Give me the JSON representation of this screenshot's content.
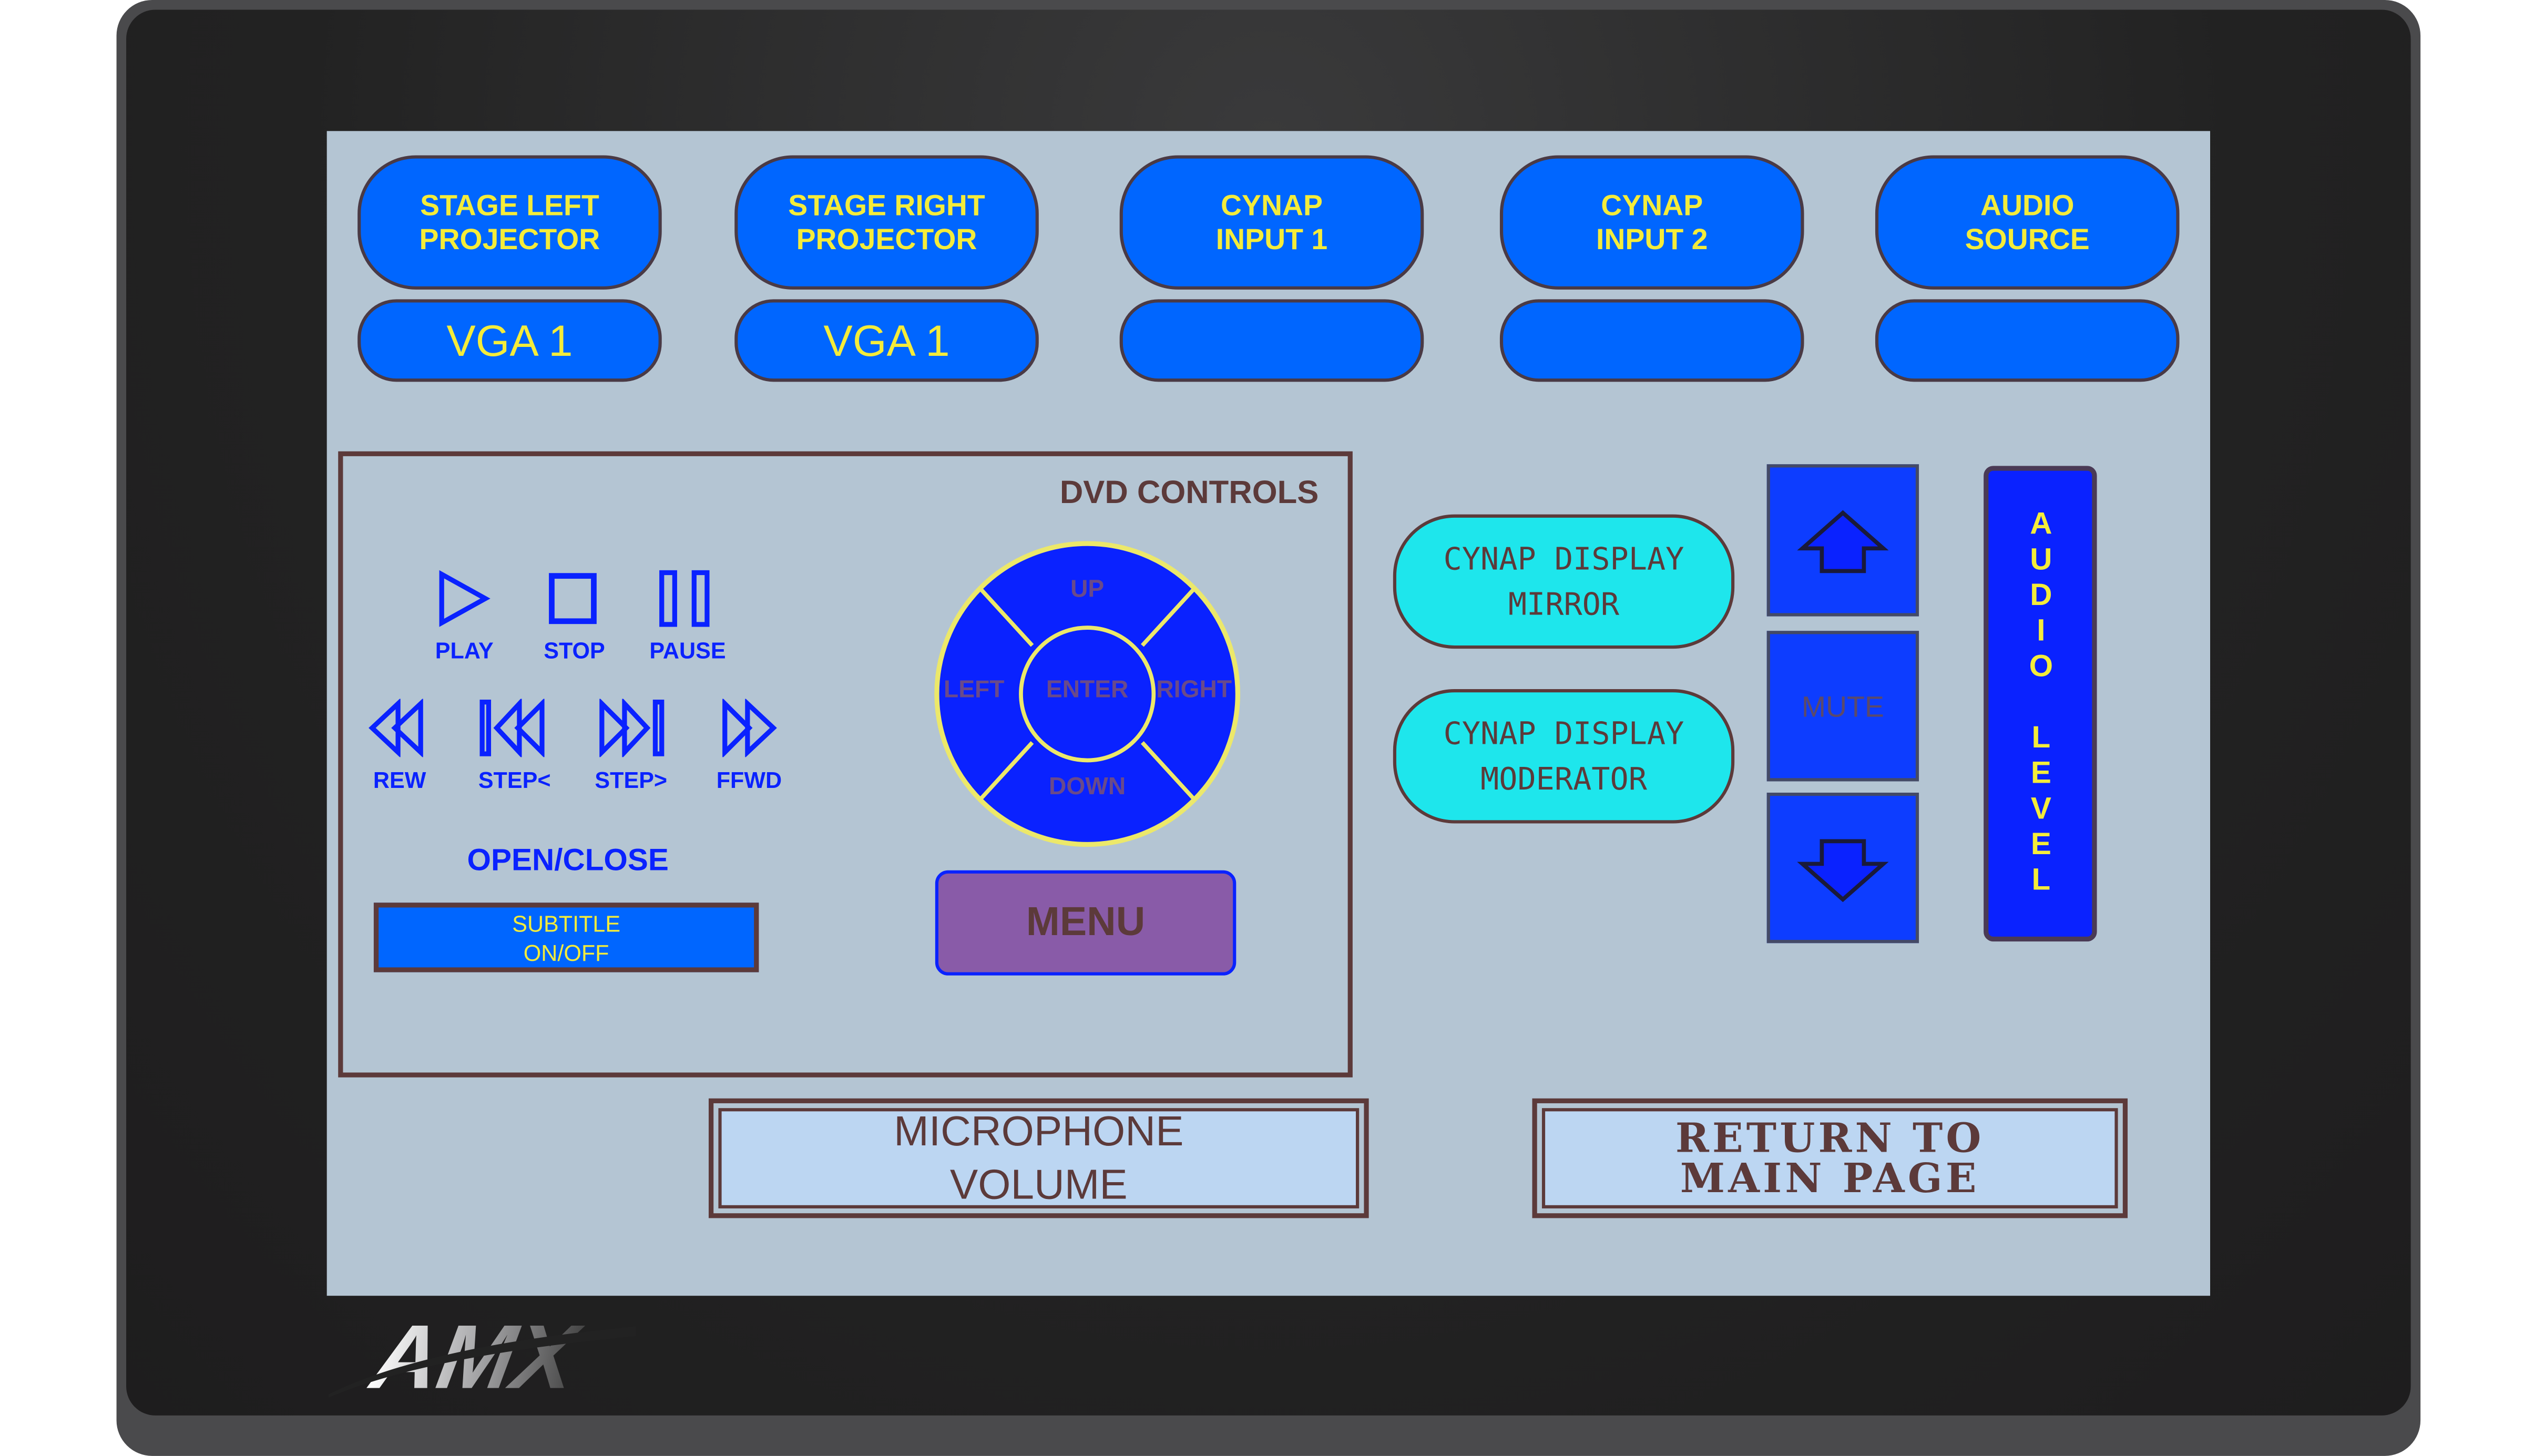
{
  "sources": [
    {
      "title_line1": "STAGE LEFT",
      "title_line2": "PROJECTOR",
      "value": "VGA 1"
    },
    {
      "title_line1": "STAGE RIGHT",
      "title_line2": "PROJECTOR",
      "value": "VGA 1"
    },
    {
      "title_line1": "CYNAP",
      "title_line2": "INPUT 1",
      "value": ""
    },
    {
      "title_line1": "CYNAP",
      "title_line2": "INPUT 2",
      "value": ""
    },
    {
      "title_line1": "AUDIO",
      "title_line2": "SOURCE",
      "value": ""
    }
  ],
  "dvd": {
    "title": "DVD CONTROLS",
    "play": "PLAY",
    "stop": "STOP",
    "pause": "PAUSE",
    "rew": "REW",
    "step_back": "STEP<",
    "step_fwd": "STEP>",
    "ffwd": "FFWD",
    "open_close": "OPEN/CLOSE",
    "subtitle_line1": "SUBTITLE",
    "subtitle_line2": "ON/OFF",
    "nav": {
      "up": "UP",
      "down": "DOWN",
      "left": "LEFT",
      "right": "RIGHT",
      "enter": "ENTER"
    },
    "menu": "MENU"
  },
  "cynap_mirror": {
    "line1": "CYNAP DISPLAY",
    "line2": "MIRROR"
  },
  "cynap_moderator": {
    "line1": "CYNAP DISPLAY",
    "line2": "MODERATOR"
  },
  "volume": {
    "mute": "MUTE",
    "label": "AUDIO LEVEL"
  },
  "mic": {
    "line1": "MICROPHONE",
    "line2": "VOLUME"
  },
  "return": {
    "line1": "RETURN TO",
    "line2": "MAIN PAGE"
  },
  "brand": {
    "logo": "AMX"
  }
}
